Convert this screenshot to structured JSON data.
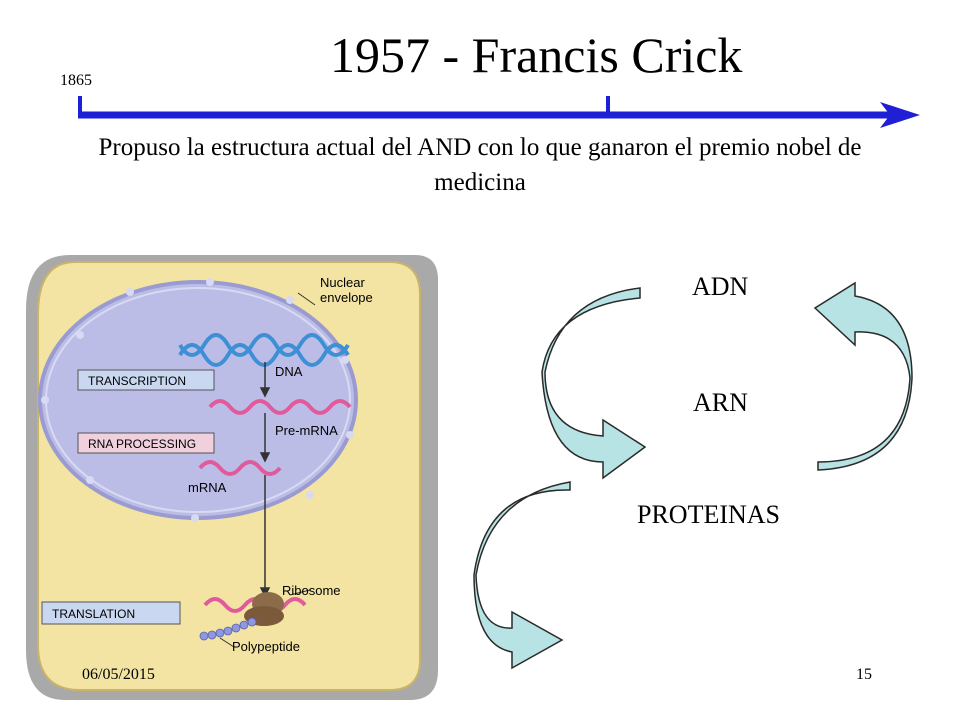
{
  "slide": {
    "title": "1957 - Francis Crick",
    "timeline_start": "1865",
    "subtitle": "Propuso la estructura actual del AND con lo que ganaron el premio nobel de medicina"
  },
  "cell_diagram": {
    "nuclear_envelope_line1": "Nuclear",
    "nuclear_envelope_line2": "envelope",
    "dna": "DNA",
    "transcription": "TRANSCRIPTION",
    "rna_processing": "RNA PROCESSING",
    "pre_mrna": "Pre-mRNA",
    "mrna": "mRNA",
    "ribosome": "Ribosome",
    "translation": "TRANSLATION",
    "polypeptide": "Polypeptide"
  },
  "flow": {
    "adn": "ADN",
    "arn": "ARN",
    "proteinas": "PROTEINAS"
  },
  "footer": {
    "date": "06/05/2015",
    "page": "15"
  },
  "colors": {
    "timeline": "#1f1fd6",
    "cell_cytoplasm": "#f3e4a3",
    "cell_shadow": "#a9a9a9",
    "nucleus": "#bcbde6",
    "arrow_fill": "#b7e3e4",
    "arrow_stroke": "#2a2a2a",
    "dna_strand": "#3d8fd6",
    "rna_strand": "#e05a9c",
    "label_box": "#c9d8f0"
  }
}
